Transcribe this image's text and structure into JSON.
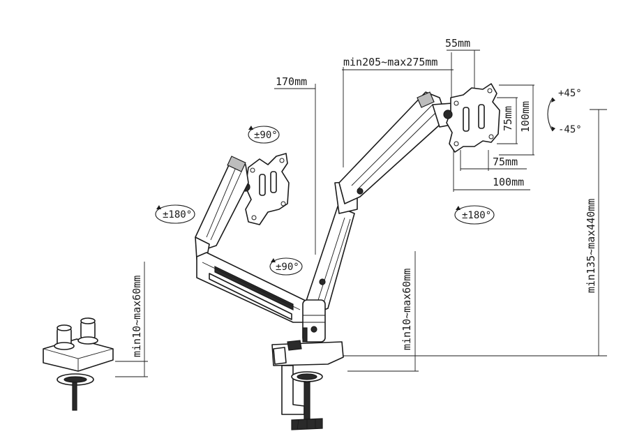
{
  "diagram": {
    "dimensions": {
      "plate_width": "55mm",
      "arm_reach": "min205~max275mm",
      "pole_offset": "170mm",
      "vesa_inner_v": "75mm",
      "vesa_outer_v": "100mm",
      "vesa_inner_h": "75mm",
      "vesa_outer_h": "100mm",
      "height_range": "min135~max440mm",
      "clamp_range_right": "min10~max60mm",
      "clamp_range_left": "min10~max60mm"
    },
    "rotations": {
      "tilt_up": "+45°",
      "tilt_down": "-45°",
      "left_head_rotation": "±90°",
      "left_head_swivel": "±180°",
      "mid_swivel": "±90°",
      "right_head_swivel": "±180°"
    }
  }
}
